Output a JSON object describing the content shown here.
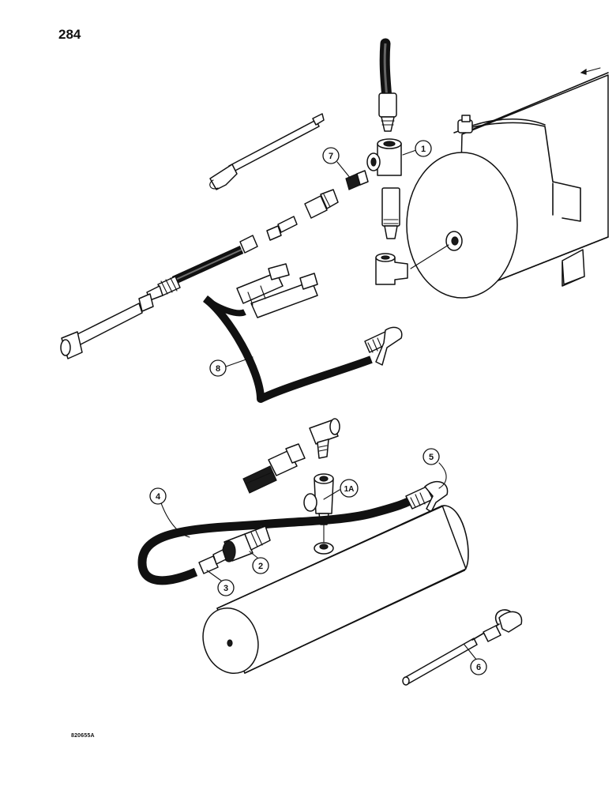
{
  "page": {
    "number": "284",
    "drawing_code": "820655A"
  },
  "callouts": [
    {
      "id": "c1",
      "label": "1"
    },
    {
      "id": "c7",
      "label": "7"
    },
    {
      "id": "c8",
      "label": "8"
    },
    {
      "id": "c5",
      "label": "5"
    },
    {
      "id": "c4",
      "label": "4"
    },
    {
      "id": "c1a",
      "label": "1A"
    },
    {
      "id": "c2",
      "label": "2"
    },
    {
      "id": "c3",
      "label": "3"
    },
    {
      "id": "c6",
      "label": "6"
    }
  ]
}
